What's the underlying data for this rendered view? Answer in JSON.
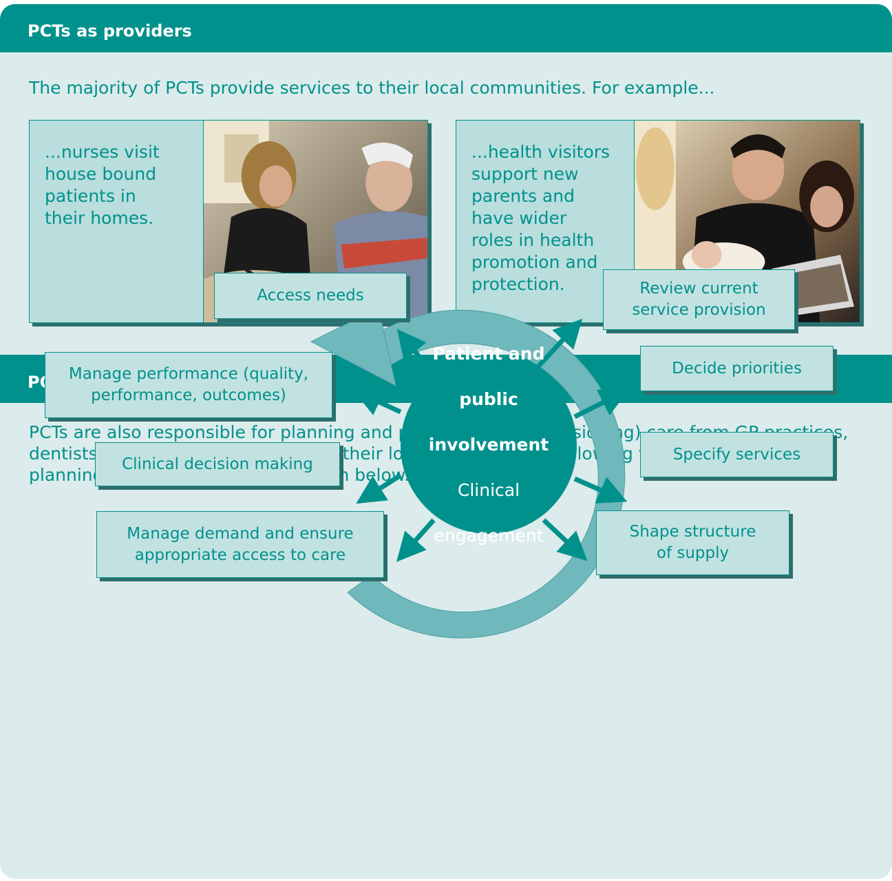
{
  "colors": {
    "teal": "#00918c",
    "panel_background": "#dcebeb",
    "box_fill": "#c2e2e1",
    "ring_fill": "#6fb8bb",
    "box_shadow": "#2e6e6c"
  },
  "providers": {
    "heading": "PCTs as providers",
    "intro": "The majority of PCTs provide services to their local communities. For example...",
    "examples": [
      {
        "text": "...nurses visit\nhouse bound\npatients in\ntheir homes.",
        "photo": "nurse-visiting-elderly-patient-photo"
      },
      {
        "text": "...health visitors\nsupport new\nparents and\nhave wider\nroles in health\npromotion and\nprotection.",
        "photo": "new-parents-with-baby-photo"
      }
    ]
  },
  "commissioners": {
    "heading": "PCTs as commissioners",
    "intro": "PCTs are also responsible for planning and purchasing (commissioning) care from GP practices, dentists, hospitals, etc, on behalf of their local communities, following the planning/commissioning cycle shown below."
  },
  "cycle": {
    "center": {
      "line1": "Patient and",
      "line2": "public",
      "line3": "involvement",
      "line4": "Clinical",
      "line5": "engagement"
    },
    "steps": {
      "access": "Access needs",
      "review": "Review current\nservice provision",
      "priorities": "Decide priorities",
      "specify": "Specify services",
      "shape": "Shape structure\nof supply",
      "manage_performance": "Manage performance (quality,\nperformance, outcomes)",
      "clinical": "Clinical decision making",
      "manage_demand": "Manage demand and ensure\nappropriate access to care"
    }
  }
}
